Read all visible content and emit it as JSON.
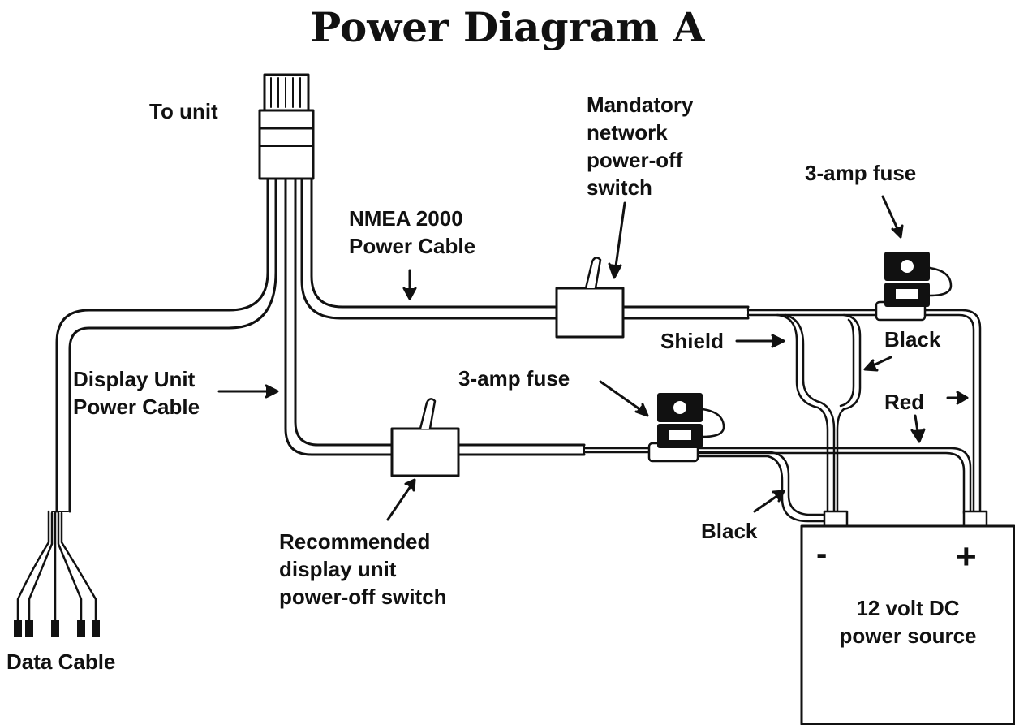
{
  "title": "Power Diagram A",
  "labels": {
    "to_unit": "To unit",
    "nmea_cable": [
      "NMEA 2000",
      "Power Cable"
    ],
    "mandatory_switch": [
      "Mandatory",
      "network",
      "power-off",
      "switch"
    ],
    "fuse_top": "3-amp fuse",
    "fuse_bottom": "3-amp fuse",
    "shield": "Shield",
    "black_top": "Black",
    "red": "Red",
    "black_bottom": "Black",
    "display_cable": [
      "Display Unit",
      "Power Cable"
    ],
    "recommended_switch": [
      "Recommended",
      "display unit",
      "power-off switch"
    ],
    "data_cable": "Data Cable",
    "battery": [
      "12 volt DC",
      "power source"
    ],
    "minus": "-",
    "plus": "+"
  },
  "colors": {
    "line": "#111111",
    "fill": "#ffffff"
  }
}
